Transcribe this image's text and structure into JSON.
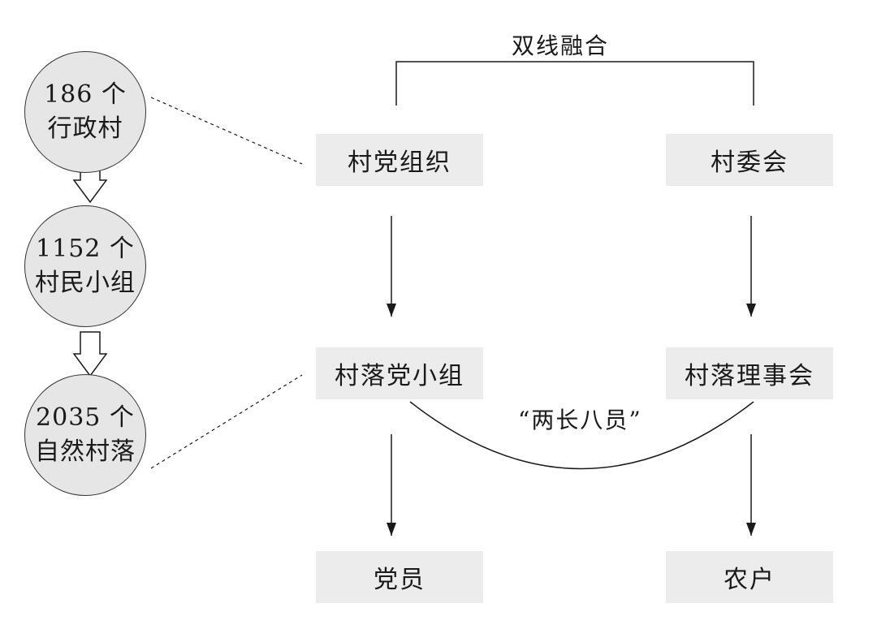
{
  "hierarchy": {
    "levels": [
      {
        "line1": "186 个",
        "line2": "行政村"
      },
      {
        "line1": "1152 个",
        "line2": "村民小组"
      },
      {
        "line1": "2035 个",
        "line2": "自然村落"
      }
    ]
  },
  "structure": {
    "top_label": "双线融合",
    "party_line": {
      "org": "村党组织",
      "group": "村落党小组",
      "members": "党员"
    },
    "village_line": {
      "committee": "村委会",
      "council": "村落理事会",
      "households": "农户"
    },
    "link_label": "“两长八员”"
  },
  "colors": {
    "box_fill": "#ececec",
    "circle_fill": "#e6e6e6",
    "line": "#1a1a1a"
  }
}
